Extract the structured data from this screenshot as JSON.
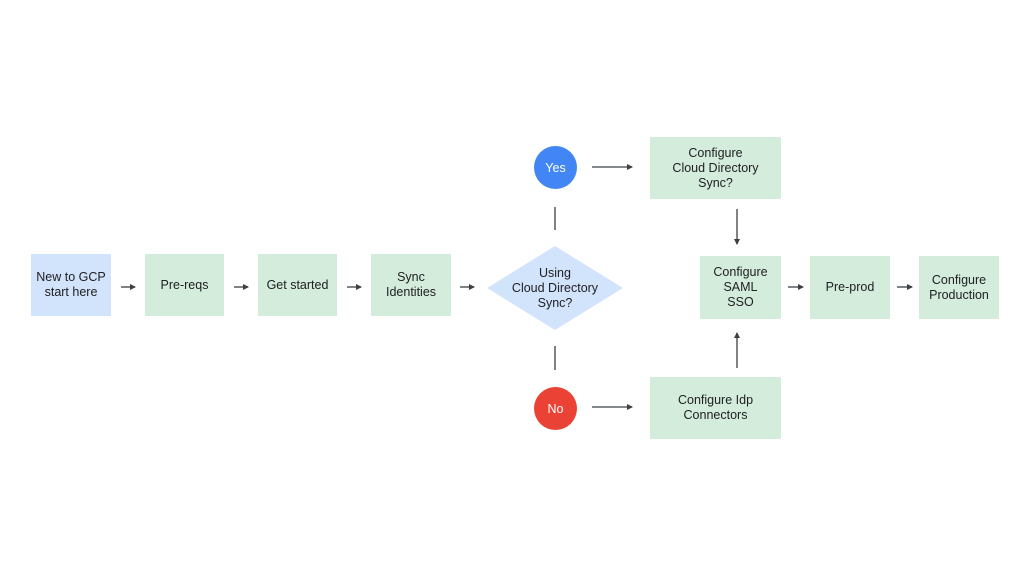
{
  "colors": {
    "start_fill": "#d2e3fc",
    "step_fill": "#d4ecdb",
    "decision_fill": "#d2e3fc",
    "yes_fill": "#4285f4",
    "no_fill": "#ea4335",
    "connector": "#3c4043"
  },
  "nodes": {
    "start": "New to GCP\nstart here",
    "prereqs": "Pre-reqs",
    "get_started": "Get started",
    "sync_identities": "Sync\nIdentities",
    "decision": "Using\nCloud Directory\nSync?",
    "yes": "Yes",
    "no": "No",
    "configure_cds": "Configure\nCloud Directory\nSync?",
    "configure_idp": "Configure Idp\nConnectors",
    "configure_saml": "Configure\nSAML\nSSO",
    "pre_prod": "Pre-prod",
    "configure_production": "Configure\nProduction"
  }
}
